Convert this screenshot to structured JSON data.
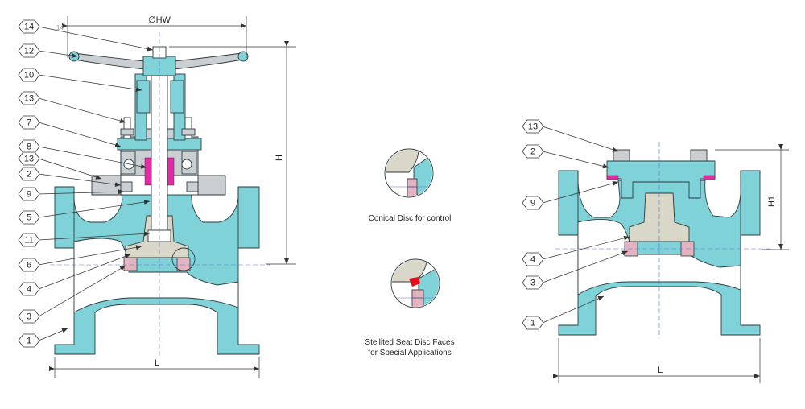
{
  "colors": {
    "body": "#7fd3d8",
    "outline": "#2f3a3d",
    "bonnet": "#c9cfd3",
    "disc": "#d9d8c8",
    "seat": "#e4b3c0",
    "packing": "#e52aa7",
    "stellite": "#e3101a",
    "line": "#333333"
  },
  "globe_valve": {
    "callouts": [
      "14",
      "12",
      "10",
      "13",
      "7",
      "8",
      "13",
      "2",
      "9",
      "5",
      "11",
      "6",
      "4",
      "3",
      "1"
    ],
    "dim_hw": "∅HW",
    "dim_h": "H",
    "dim_l": "L",
    "dim_14": "14"
  },
  "details": {
    "conical_caption": "Conical Disc for control",
    "stellite_caption_1": "Stellited Seat Disc Faces",
    "stellite_caption_2": "for Special Applications"
  },
  "lift_check_valve": {
    "callouts": [
      "13",
      "2",
      "9",
      "4",
      "3",
      "1"
    ],
    "dim_h1": "H1",
    "dim_l": "L"
  }
}
